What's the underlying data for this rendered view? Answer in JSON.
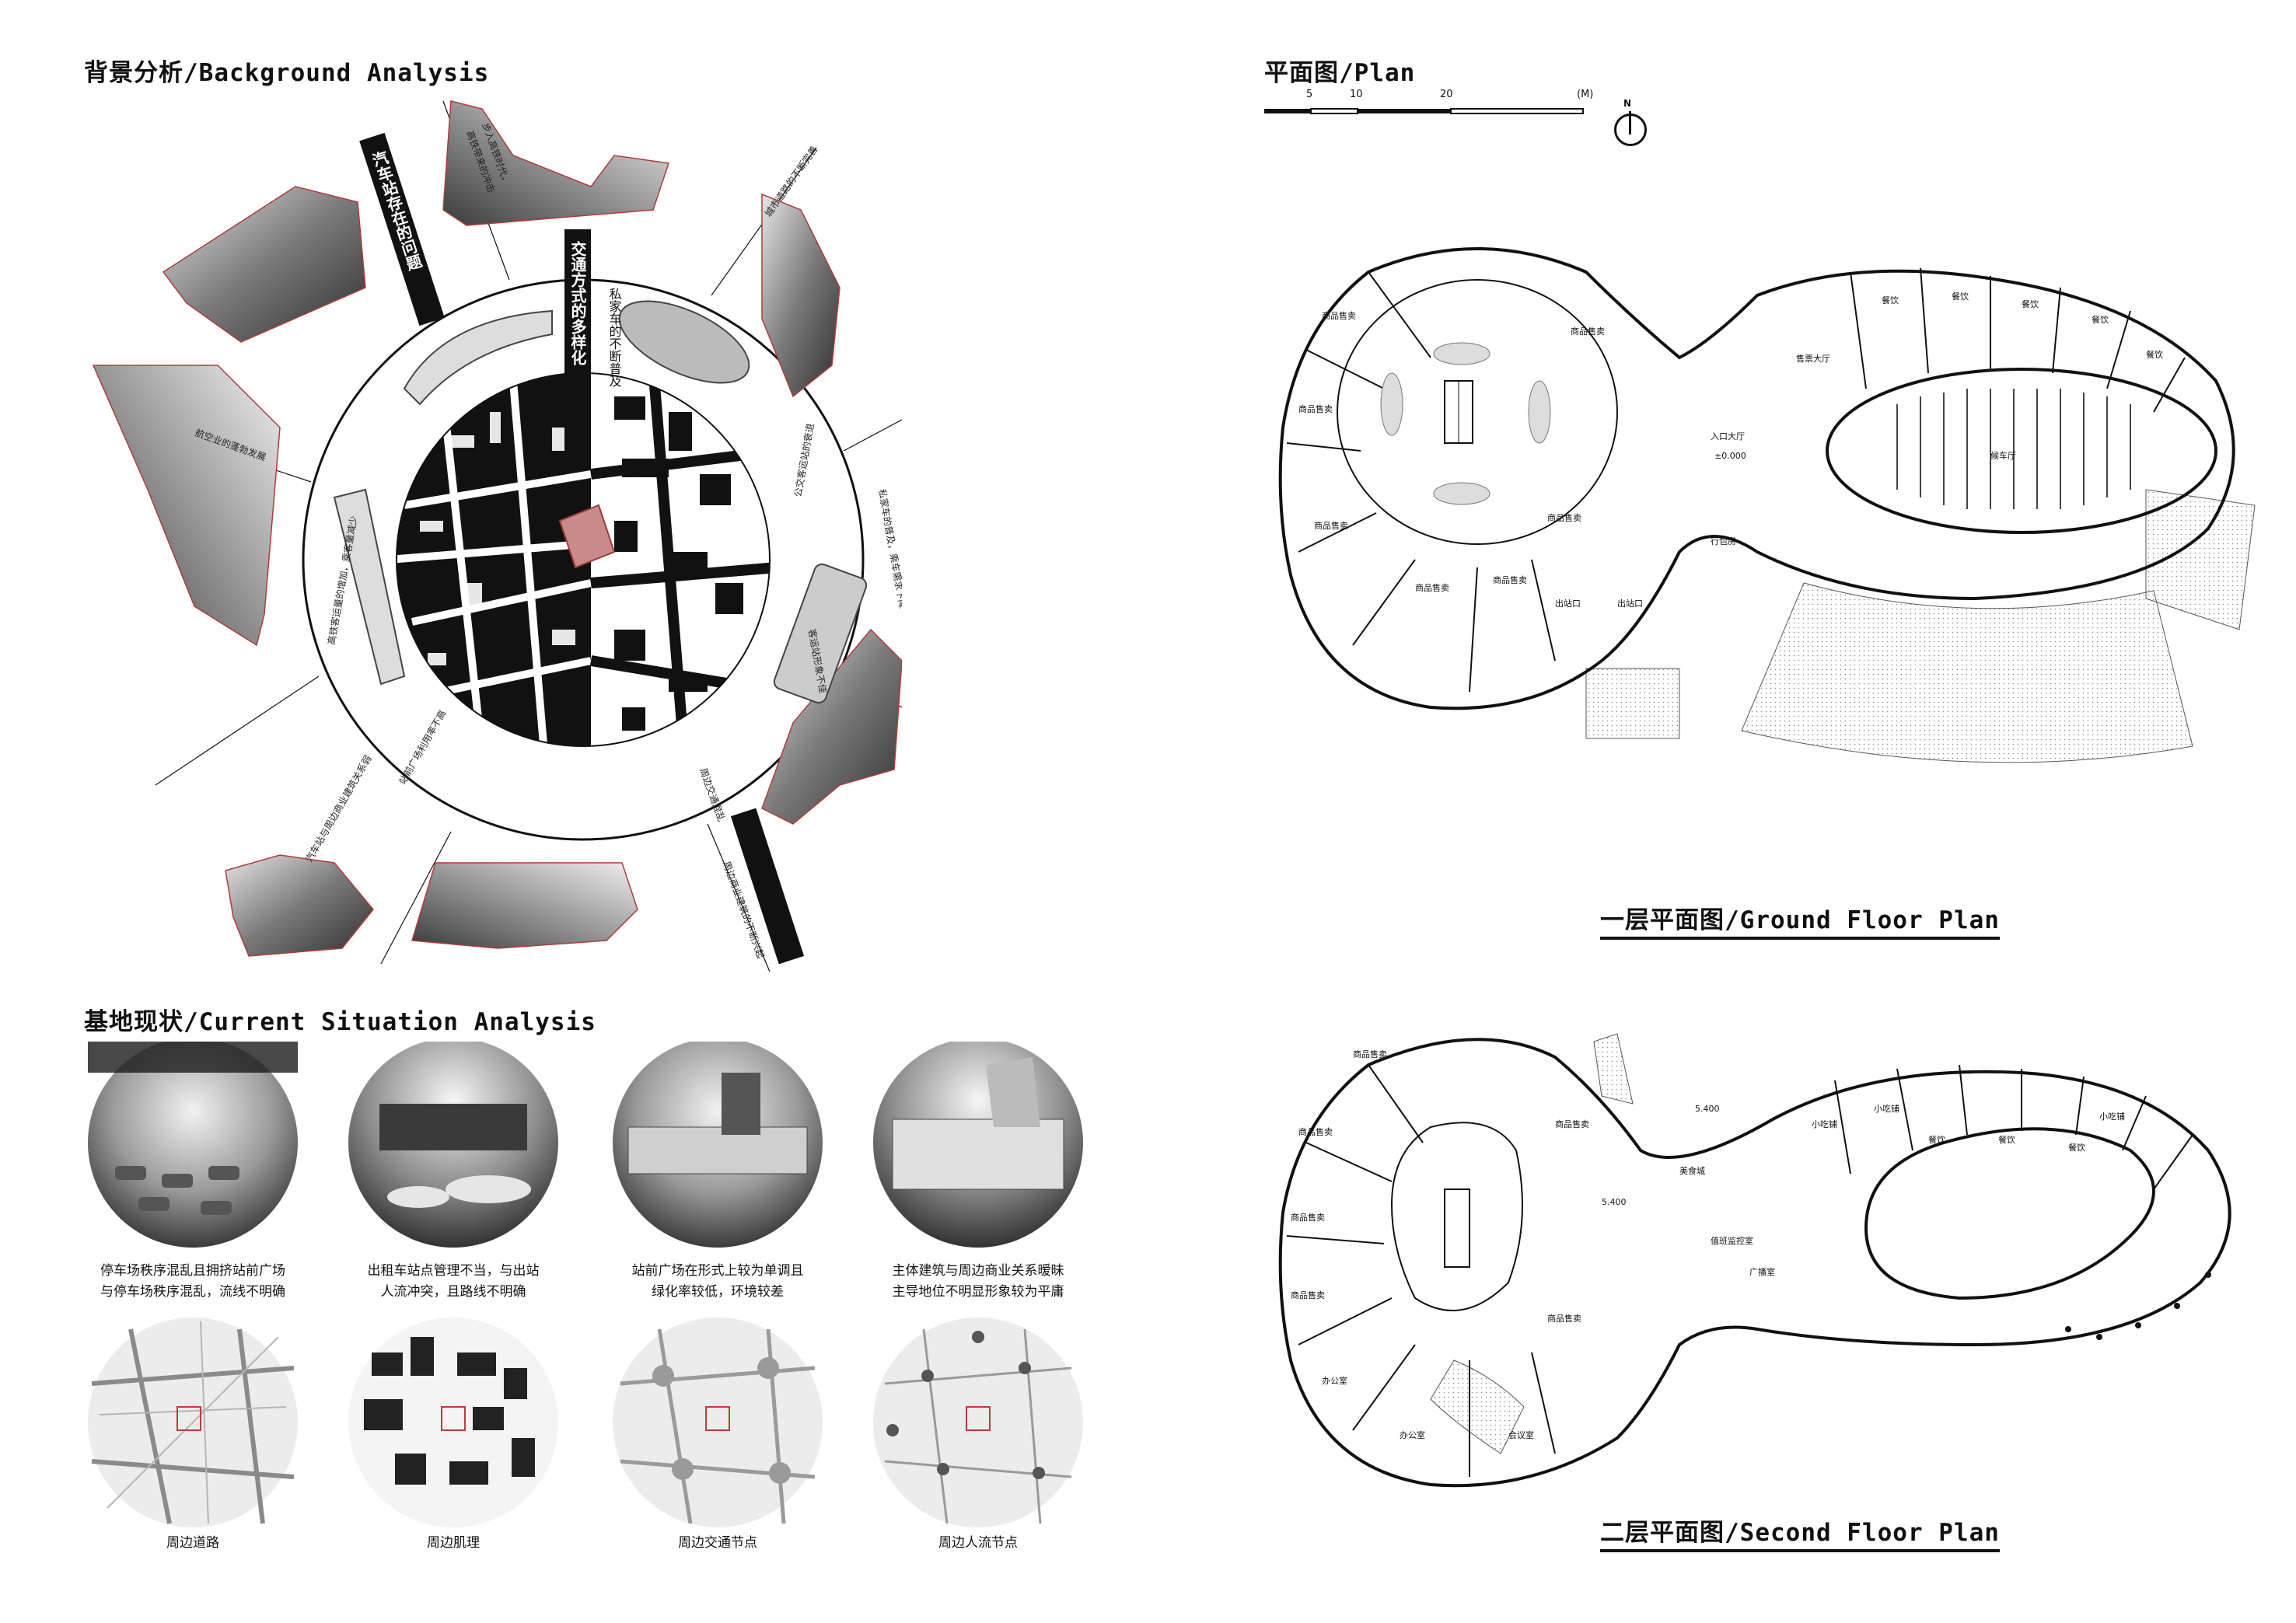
{
  "headings": {
    "background": "背景分析/Background Analysis",
    "plan": "平面图/Plan",
    "current": "基地现状/Current Situation Analysis",
    "ground_floor": "一层平面图/Ground Floor Plan",
    "second_floor": "二层平面图/Second Floor Plan"
  },
  "scale_bar": {
    "ticks": [
      "5",
      "10",
      "20"
    ],
    "unit": "(M)",
    "north": "N"
  },
  "background_analysis": {
    "vertical_labels": {
      "a": "交通方式的多样化",
      "b": "私家车的不断普及",
      "c": "汽车站存在的问题"
    },
    "radial_texts": [
      "步入高铁时代，",
      "高铁带来的冲击",
      "城市道路的不断完善",
      "公交客运站的衰退",
      "私家车的普及，乘车需求下降",
      "客运站形象不佳",
      "周边交通混乱",
      "周边商业建筑的不断兴起",
      "站前广场利用率不高",
      "汽车站与周边商业建筑关系弱",
      "高铁客运量的增加，乘客量减少",
      "航空业的蓬勃发展"
    ]
  },
  "current_situation": {
    "captions": [
      {
        "line1": "停车场秩序混乱且拥挤站前广场",
        "line2": "与停车场秩序混乱，流线不明确"
      },
      {
        "line1": "出租车站点管理不当，与出站",
        "line2": "人流冲突，且路线不明确"
      },
      {
        "line1": "站前广场在形式上较为单调且",
        "line2": "绿化率较低，环境较差"
      },
      {
        "line1": "主体建筑与周边商业关系暧昧",
        "line2": "主导地位不明显形象较为平庸"
      }
    ],
    "map_labels": [
      "周边道路",
      "周边肌理",
      "周边交通节点",
      "周边人流节点"
    ]
  },
  "ground_plan_labels": {
    "shop": "商品售卖",
    "food": "餐饮",
    "ticket_hall": "售票大厅",
    "entrance_hall": "入口大厅",
    "elevation": "±0.000",
    "waiting": "候车厅",
    "luggage": "行包房",
    "exit": "出站口"
  },
  "second_plan_labels": {
    "shop": "商品售卖",
    "food": "餐饮",
    "snack": "小吃铺",
    "office": "办公室",
    "meeting": "会议室",
    "broadcast": "广播室",
    "monitor": "值班监控室",
    "food_street": "美食城",
    "elev1": "5.400",
    "elev2": "5.400"
  }
}
